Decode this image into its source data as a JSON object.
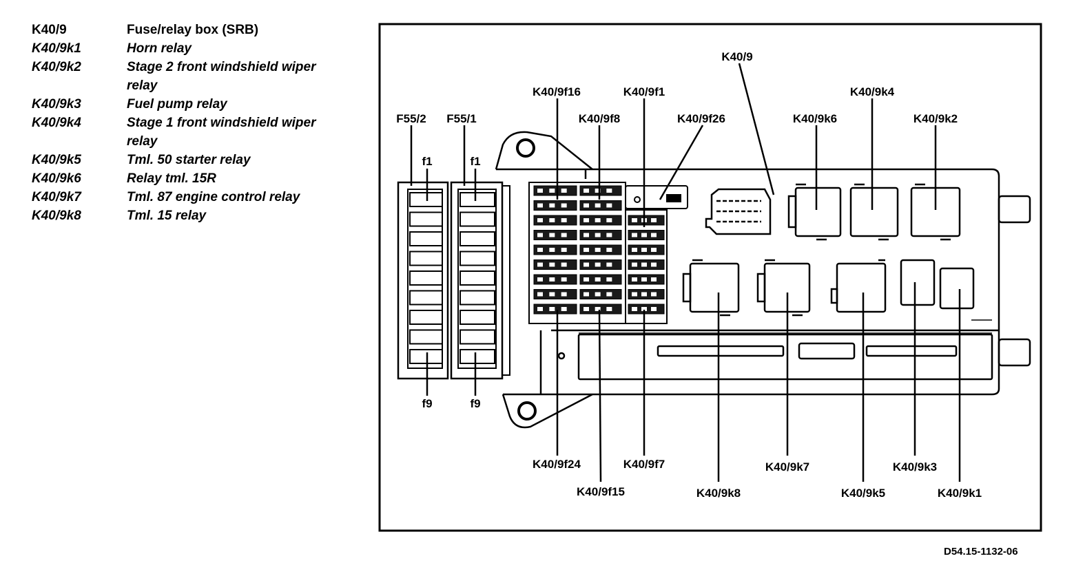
{
  "legend": [
    {
      "code": "K40/9",
      "desc": "Fuse/relay box (SRB)",
      "italic": false
    },
    {
      "code": "K40/9k1",
      "desc": "Horn relay",
      "italic": true
    },
    {
      "code": "K40/9k2",
      "desc": "Stage 2 front windshield wiper relay",
      "italic": true
    },
    {
      "code": "K40/9k3",
      "desc": "Fuel pump relay",
      "italic": true
    },
    {
      "code": "K40/9k4",
      "desc": "Stage 1 front windshield wiper relay",
      "italic": true
    },
    {
      "code": "K40/9k5",
      "desc": "Tml. 50 starter relay",
      "italic": true
    },
    {
      "code": "K40/9k6",
      "desc": "Relay tml. 15R",
      "italic": true
    },
    {
      "code": "K40/9k7",
      "desc": "Tml. 87 engine control relay",
      "italic": true
    },
    {
      "code": "K40/9k8",
      "desc": "Tml. 15 relay",
      "italic": true
    }
  ],
  "callouts": {
    "k40_9": "K40/9",
    "f16": "K40/9f16",
    "f1": "K40/9f1",
    "f8": "K40/9f8",
    "f26": "K40/9f26",
    "k6": "K40/9k6",
    "k4": "K40/9k4",
    "k2": "K40/9k2",
    "f55_2": "F55/2",
    "f55_1": "F55/1",
    "fuse_f1_left": "f1",
    "fuse_f1_right": "f1",
    "fuse_f9_left": "f9",
    "fuse_f9_right": "f9",
    "f24": "K40/9f24",
    "f7": "K40/9f7",
    "f15": "K40/9f15",
    "k8": "K40/9k8",
    "k7": "K40/9k7",
    "k5": "K40/9k5",
    "k3": "K40/9k3",
    "k1": "K40/9k1"
  },
  "doc_id": "D54.15-1132-06"
}
